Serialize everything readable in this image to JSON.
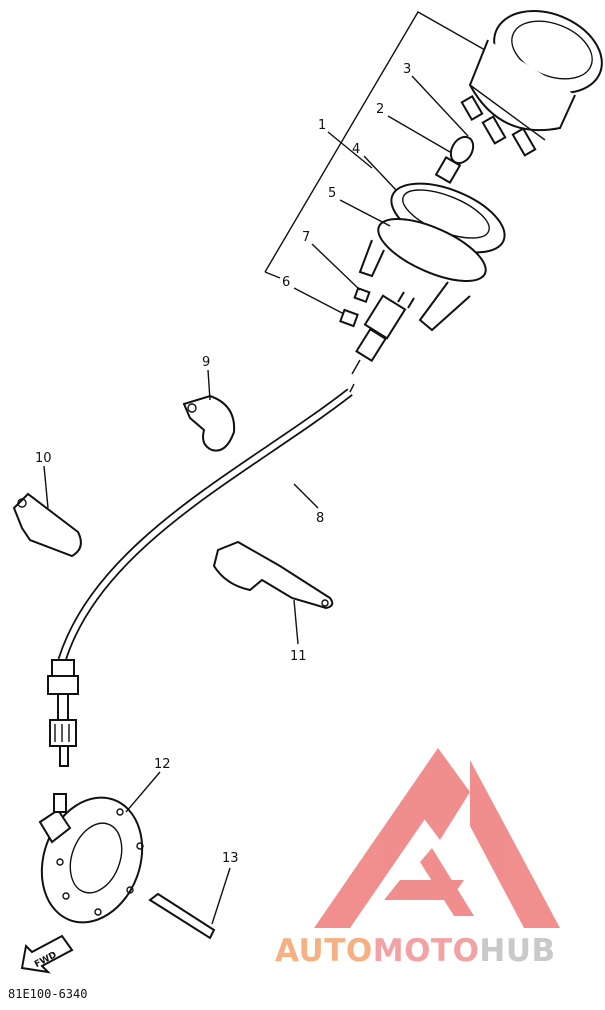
{
  "diagram": {
    "parts": [
      {
        "id": "1",
        "label": "1"
      },
      {
        "id": "2",
        "label": "2"
      },
      {
        "id": "3",
        "label": "3"
      },
      {
        "id": "4",
        "label": "4"
      },
      {
        "id": "5",
        "label": "5"
      },
      {
        "id": "6",
        "label": "6"
      },
      {
        "id": "7",
        "label": "7"
      },
      {
        "id": "8",
        "label": "8"
      },
      {
        "id": "9",
        "label": "9"
      },
      {
        "id": "10",
        "label": "10"
      },
      {
        "id": "11",
        "label": "11"
      },
      {
        "id": "12",
        "label": "12"
      },
      {
        "id": "13",
        "label": "13"
      }
    ],
    "arrow_label": "FWD",
    "drawing_code": "81E100-6340"
  },
  "watermark": {
    "part1": "AUTO",
    "part2": "MOTO",
    "part3": "HUB",
    "color1": "#f5b083",
    "color2": "#f2a2a2",
    "color3": "#c9c9c9",
    "logo_color": "#ee7b7b"
  }
}
